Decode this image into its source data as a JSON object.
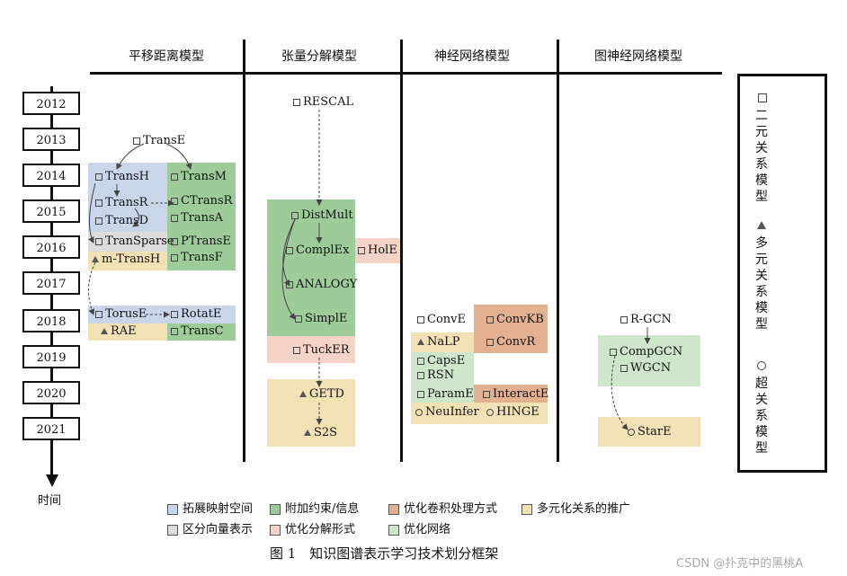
{
  "colors": {
    "expand_mapping": "#c9d6ea",
    "extra_constraints": "#9dcb9a",
    "conv_optimize": "#e3b092",
    "multi_relation": "#f3e1b6",
    "diff_vector": "#dcdcdc",
    "decomp_optimize": "#f3d4c6",
    "network_optimize": "#cfe6cc"
  },
  "headers": [
    "平移距离模型",
    "张量分解模型",
    "神经网络模型",
    "图神经网络模型"
  ],
  "years": [
    "2012",
    "2013",
    "2014",
    "2015",
    "2016",
    "2017",
    "2018",
    "2019",
    "2020",
    "2021"
  ],
  "time_label": "时间",
  "nodes": {
    "transe": "TransE",
    "transh": "TransH",
    "transm": "TransM",
    "transr": "TransR",
    "ctransr": "CTransR",
    "transd": "TransD",
    "transa": "TransA",
    "transparse": "TranSparse",
    "ptranse": "PTransE",
    "mtransh": "m-TransH",
    "transf": "TransF",
    "toruse": "TorusE",
    "rotate": "RotatE",
    "rae": "RAE",
    "transc": "TransC",
    "rescal": "RESCAL",
    "distmult": "DistMult",
    "complex": "ComplEx",
    "hole": "HolE",
    "analogy": "ANALOGY",
    "simple": "SimplE",
    "tucker": "TuckER",
    "getd": "GETD",
    "s2s": "S2S",
    "conve": "ConvE",
    "convkb": "ConvKB",
    "nalp": "NaLP",
    "convr": "ConvR",
    "capse": "CapsE",
    "rsn": "RSN",
    "parame": "ParamE",
    "interacte": "InteractE",
    "neuinfer": "NeuInfer",
    "hinge": "HINGE",
    "rgcn": "R-GCN",
    "compgcn": "CompGCN",
    "wgcn": "WGCN",
    "stare": "StarE"
  },
  "side_legend": {
    "binary": "二元关系模型",
    "multi": "多元关系模型",
    "hyper": "超关系模型"
  },
  "legend": [
    "拓展映射空间",
    "附加约束/信息",
    "优化卷积处理方式",
    "多元化关系的推广",
    "区分向量表示",
    "优化分解形式",
    "优化网络"
  ],
  "caption": "图 1　知识图谱表示学习技术划分框架",
  "watermark": "CSDN @扑克中的黑桃A"
}
